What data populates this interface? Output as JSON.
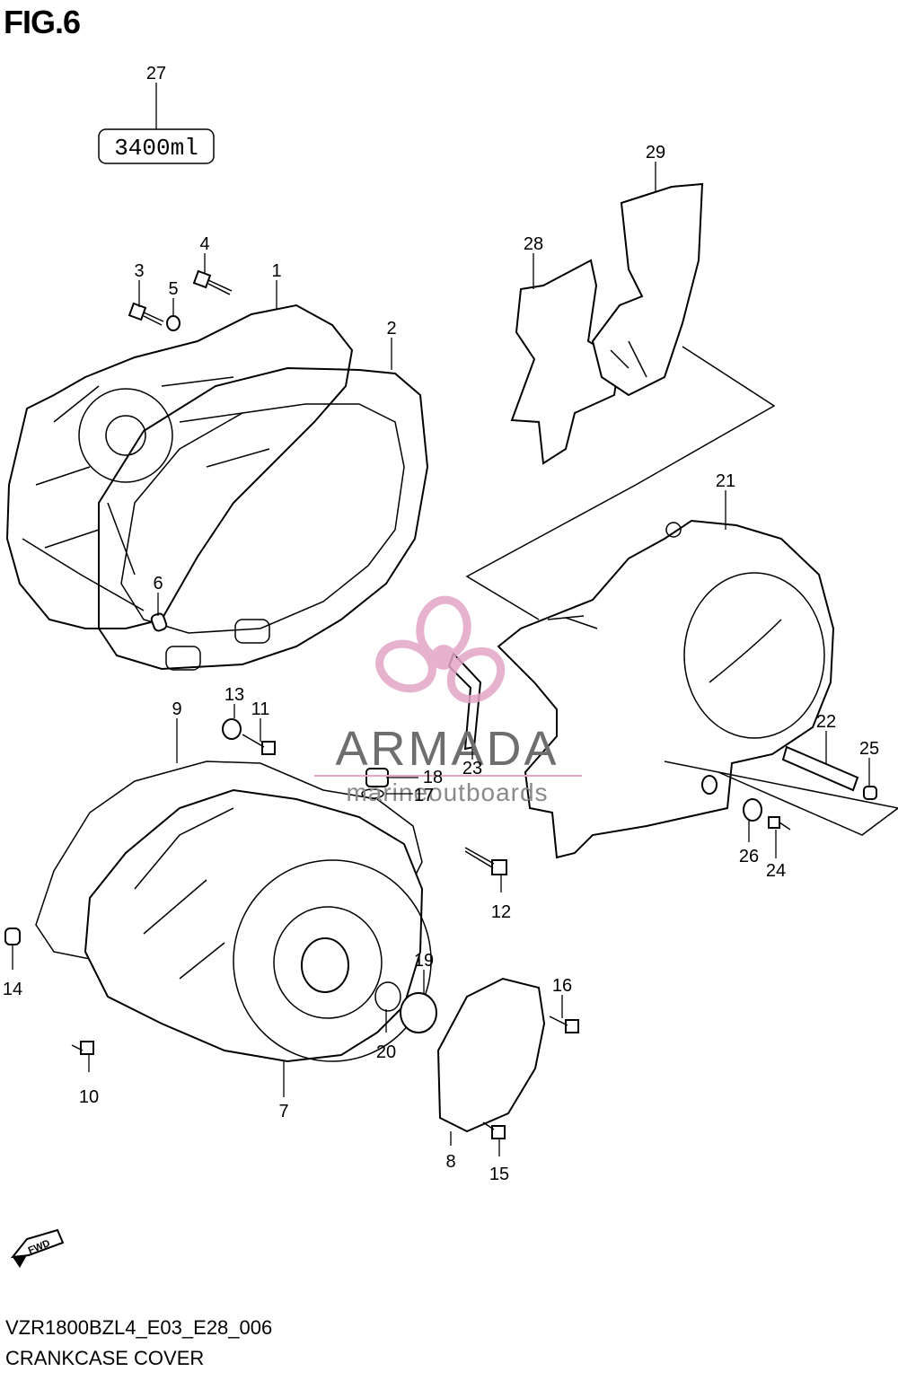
{
  "figure_title": "FIG.6",
  "model_code": "VZR1800BZL4_E03_E28_006",
  "caption": "CRANKCASE COVER",
  "sealant_box_text": "3400ml",
  "fwd_arrow_text": "FWD",
  "watermark": {
    "brand": "ARMADA",
    "tagline": "marineoutboards",
    "brand_color": "#e3a5c6"
  },
  "callouts": [
    "1",
    "2",
    "3",
    "4",
    "5",
    "6",
    "7",
    "8",
    "9",
    "10",
    "11",
    "12",
    "13",
    "14",
    "15",
    "16",
    "17",
    "18",
    "19",
    "20",
    "21",
    "22",
    "23",
    "24",
    "25",
    "26",
    "27",
    "28",
    "29"
  ]
}
